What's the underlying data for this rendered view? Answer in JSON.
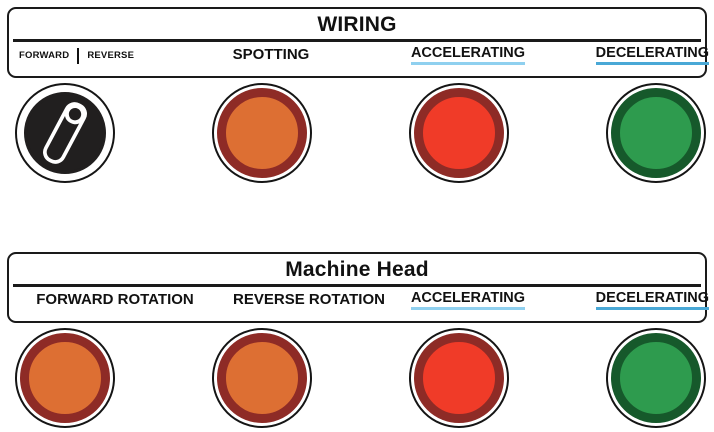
{
  "panels": [
    {
      "id": "wiring",
      "title": "WIRING",
      "columns": [
        {
          "type": "pair",
          "name": "forward-reverse",
          "labels": [
            "FORWARD",
            "REVERSE"
          ],
          "underline": false
        },
        {
          "type": "single",
          "name": "spotting",
          "label": "SPOTTING",
          "underline": false
        },
        {
          "type": "single",
          "name": "accelerating",
          "label": "ACCELERATING",
          "underline": true,
          "underline_color": "#8fd0ef"
        },
        {
          "type": "single",
          "name": "decelerating",
          "label": "DECELERATING",
          "underline": true,
          "underline_color": "#49a8d6"
        }
      ],
      "lamps": [
        {
          "name": "selector-knob",
          "style": "knob",
          "color": "#211f1f"
        },
        {
          "name": "spotting-lamp",
          "style": "orange",
          "color": "#dd6f33"
        },
        {
          "name": "accelerating-lamp",
          "style": "red",
          "color": "#f03b28"
        },
        {
          "name": "decelerating-lamp",
          "style": "green",
          "color": "#2e9b4e"
        }
      ]
    },
    {
      "id": "machine-head",
      "title": "Machine Head",
      "columns": [
        {
          "type": "single",
          "name": "forward-rotation",
          "label": "FORWARD ROTATION",
          "underline": false
        },
        {
          "type": "single",
          "name": "reverse-rotation",
          "label": "REVERSE ROTATION",
          "underline": false
        },
        {
          "type": "single",
          "name": "accelerating",
          "label": "ACCELERATING",
          "underline": true,
          "underline_color": "#8fd0ef"
        },
        {
          "type": "single",
          "name": "decelerating",
          "label": "DECELERATING",
          "underline": true,
          "underline_color": "#49a8d6"
        }
      ],
      "lamps": [
        {
          "name": "forward-rotation-lamp",
          "style": "orange",
          "color": "#dd6f33"
        },
        {
          "name": "reverse-rotation-lamp",
          "style": "orange",
          "color": "#dd6f33"
        },
        {
          "name": "accelerating-lamp",
          "style": "red",
          "color": "#f03b28"
        },
        {
          "name": "decelerating-lamp",
          "style": "green",
          "color": "#2e9b4e"
        }
      ]
    }
  ],
  "colors": {
    "outline": "#151515",
    "orange_fill": "#dd6f33",
    "orange_ring": "#8e2b26",
    "red_fill": "#f03b28",
    "red_ring": "#8e2b26",
    "green_fill": "#2e9b4e",
    "green_ring": "#16592b",
    "knob_body": "#211f1f",
    "underline_light": "#8fd0ef",
    "underline_dark": "#49a8d6",
    "background": "#ffffff"
  }
}
